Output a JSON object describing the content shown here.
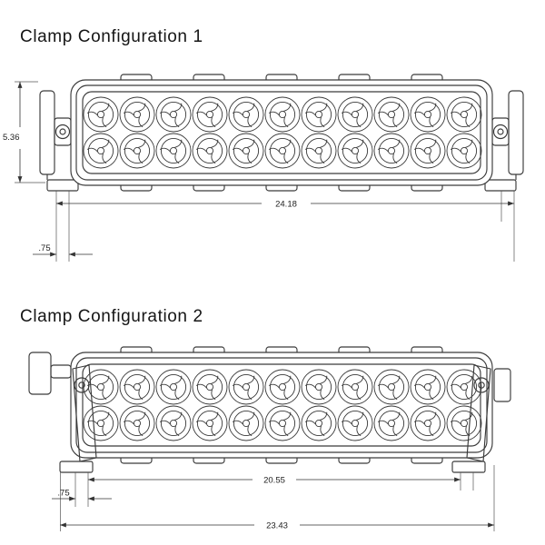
{
  "document": {
    "background": "#ffffff",
    "stroke_color": "#3a3a3a"
  },
  "lightbar": {
    "led_rows": 2,
    "leds_per_row": 11
  },
  "config1": {
    "title": "Clamp Configuration 1",
    "dim_height": "5.36",
    "dim_overall_width": "24.18",
    "dim_clamp_foot": ".75"
  },
  "config2": {
    "title": "Clamp Configuration 2",
    "dim_inner_width": "20.55",
    "dim_clamp_foot": ".75",
    "dim_overall_width": "23.43"
  }
}
